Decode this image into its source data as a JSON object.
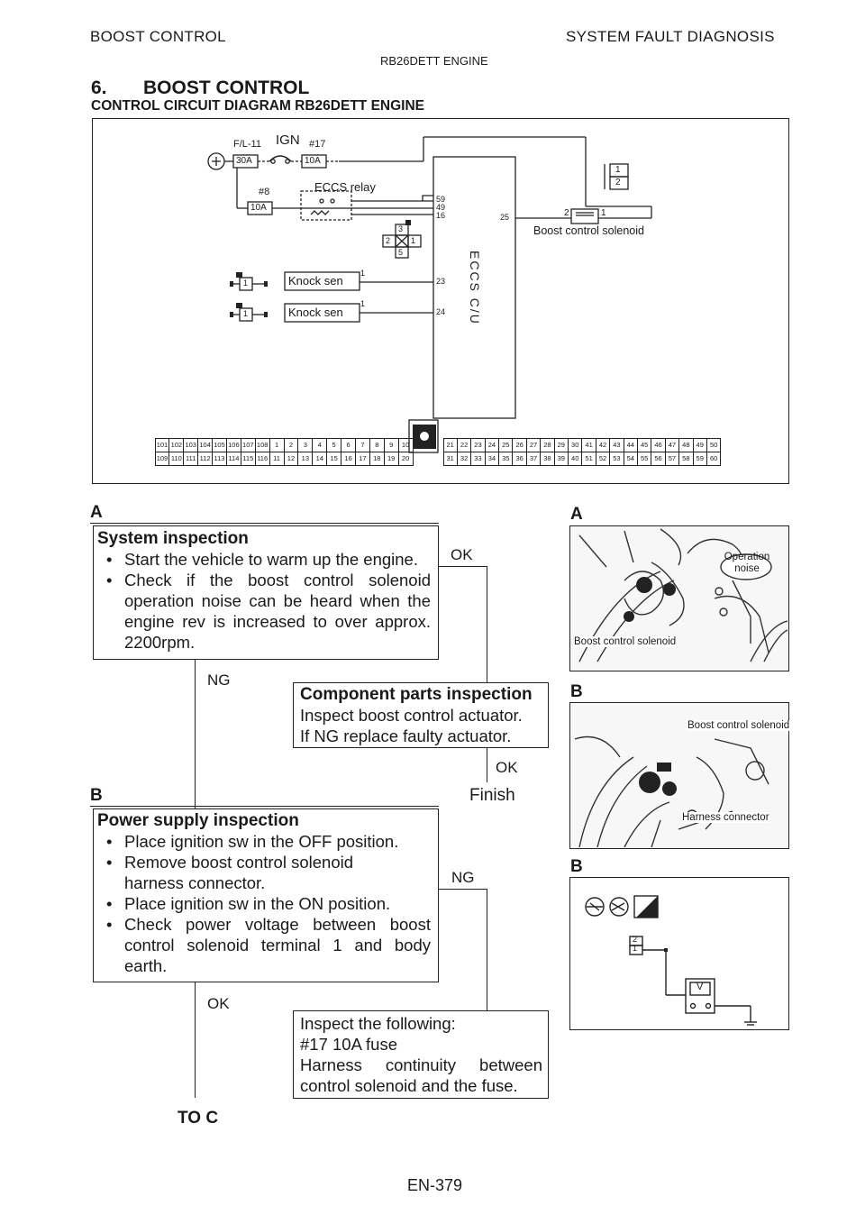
{
  "header": {
    "left": "BOOST CONTROL",
    "right": "SYSTEM FAULT DIAGNOSIS",
    "center": "RB26DETT ENGINE"
  },
  "section": {
    "number": "6.",
    "title": "BOOST CONTROL",
    "subtitle": "CONTROL CIRCUIT DIAGRAM  RB26DETT ENGINE"
  },
  "diagram": {
    "fl": "F/L-11",
    "ign": "IGN",
    "f17": "#17",
    "fuse30": "30A",
    "fuse10a": "10A",
    "f8": "#8",
    "fuse10b": "10A",
    "relay": "ECCS relay",
    "relay_pins": [
      "3",
      "2",
      "1",
      "5"
    ],
    "knock1": "Knock sen",
    "knock2": "Knock sen",
    "knock_pin": "1",
    "knock_conn": "1",
    "ecu_pins": [
      "59",
      "49",
      "16",
      "23",
      "24",
      "25"
    ],
    "ecu_label": "ECCS C/U",
    "solenoid_label": "Boost control solenoid",
    "sol_pin2": "2",
    "sol_pin1": "1",
    "conn_top": "1",
    "conn_bot": "2",
    "pins_left_top": [
      "101",
      "102",
      "103",
      "104",
      "105",
      "106",
      "107",
      "108",
      "1",
      "2",
      "3",
      "4",
      "5",
      "6",
      "7",
      "8",
      "9",
      "10"
    ],
    "pins_left_bot": [
      "109",
      "110",
      "111",
      "112",
      "113",
      "114",
      "115",
      "116",
      "11",
      "12",
      "13",
      "14",
      "15",
      "16",
      "17",
      "18",
      "19",
      "20"
    ],
    "pins_right_top": [
      "21",
      "22",
      "23",
      "24",
      "25",
      "26",
      "27",
      "28",
      "29",
      "30",
      "41",
      "42",
      "43",
      "44",
      "45",
      "46",
      "47",
      "48",
      "49",
      "50"
    ],
    "pins_right_bot": [
      "31",
      "32",
      "33",
      "34",
      "35",
      "36",
      "37",
      "38",
      "39",
      "40",
      "51",
      "52",
      "53",
      "54",
      "55",
      "56",
      "57",
      "58",
      "59",
      "60"
    ]
  },
  "flow": {
    "labelA": "A",
    "labelB": "B",
    "sys_title": "System inspection",
    "sys_items": [
      "Start the vehicle to warm up the engine.",
      "Check if the boost control solenoid operation noise can be heard when the engine rev is increased to over approx. 2200rpm."
    ],
    "ok1": "OK",
    "ng1": "NG",
    "comp_title": "Component parts inspection",
    "comp_lines": [
      "Inspect boost control actuator.",
      "If NG replace faulty actuator."
    ],
    "ok2": "OK",
    "finish": "Finish",
    "pwr_title": "Power supply inspection",
    "pwr_items": [
      "Place ignition sw in the OFF position.",
      "Remove boost control solenoid harness connector.",
      "Place ignition sw in the ON position.",
      "Check power voltage between boost control solenoid terminal 1 and body earth."
    ],
    "ng2": "NG",
    "ok3": "OK",
    "insp_lines": [
      "Inspect the following:",
      "#17 10A fuse",
      "Harness continuity between control solenoid and the fuse."
    ],
    "toc": "TO C"
  },
  "side": {
    "labelA": "A",
    "labelB1": "B",
    "labelB2": "B",
    "photoA_operation": "Operation noise",
    "photoA_caption": "Boost control solenoid",
    "photoB_label1": "Boost control solenoid",
    "photoB_label2": "Harness connector",
    "meter_pin2": "2",
    "meter_pin1": "1",
    "meter_v": "V"
  },
  "footer": {
    "page": "EN-379"
  }
}
